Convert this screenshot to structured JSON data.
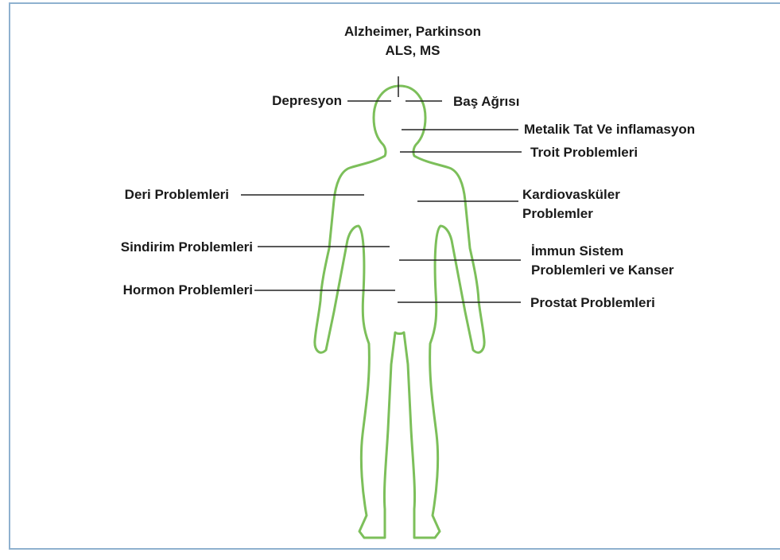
{
  "diagram": {
    "labels": {
      "neuro_line1": "Alzheimer, Parkinson",
      "neuro_line2": "ALS, MS",
      "depression": "Depresyon",
      "headache": "Baş Ağrısı",
      "metallic_taste": "Metalik Tat Ve inflamasyon",
      "thyroid": "Troit Problemleri",
      "skin": "Deri Problemleri",
      "cardio_line1": "Kardiovasküler",
      "cardio_line2": "Problemler",
      "digestive": "Sindirim Problemleri",
      "immune_line1": "İmmun Sistem",
      "immune_line2": "Problemleri ve Kanser",
      "hormone": "Hormon Problemleri",
      "prostate": "Prostat Problemleri"
    },
    "colors": {
      "body_outline": "#7cbf5a",
      "leader_line": "#222222",
      "frame": "#8fb1cf"
    }
  }
}
